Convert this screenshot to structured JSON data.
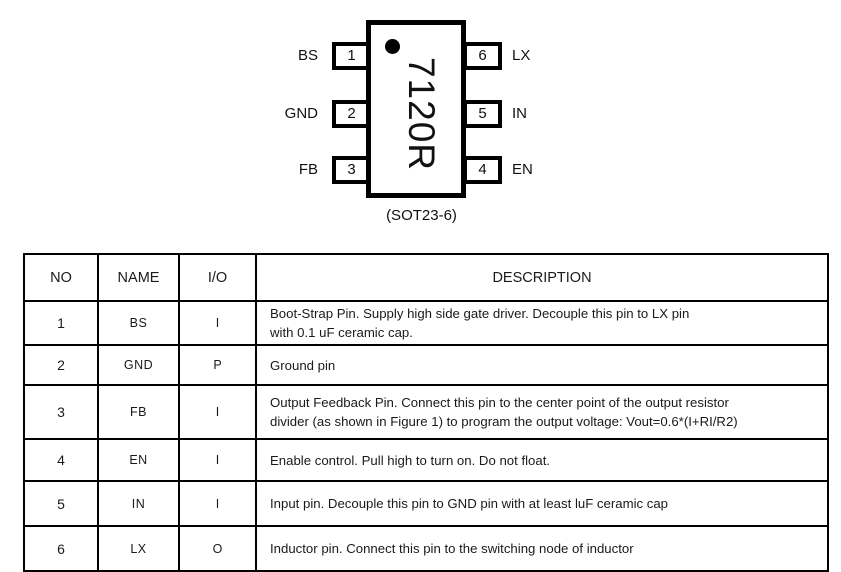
{
  "package": {
    "marking": "7120R",
    "package_name": "(SOT23-6)",
    "pins_left": [
      {
        "number": "1",
        "label": "BS"
      },
      {
        "number": "2",
        "label": "GND"
      },
      {
        "number": "3",
        "label": "FB"
      }
    ],
    "pins_right": [
      {
        "number": "6",
        "label": "LX"
      },
      {
        "number": "5",
        "label": "IN"
      },
      {
        "number": "4",
        "label": "EN"
      }
    ],
    "dot_marker": "pin1-dot-icon"
  },
  "table": {
    "headers": {
      "no": "NO",
      "name": "NAME",
      "io": "I/O",
      "description": "DESCRIPTION"
    },
    "rows": [
      {
        "no": "1",
        "name": "BS",
        "io": "I",
        "description_lines": [
          "Boot-Strap Pin. Supply high side gate driver. Decouple this pin to LX pin",
          "with 0.1 uF ceramic cap."
        ]
      },
      {
        "no": "2",
        "name": "GND",
        "io": "P",
        "description_lines": [
          "Ground pin"
        ]
      },
      {
        "no": "3",
        "name": "FB",
        "io": "I",
        "description_lines": [
          "Output Feedback Pin. Connect this pin to the center point of the output resistor",
          "divider (as shown in Figure 1) to program the output voltage: Vout=0.6*(I+RI/R2)"
        ]
      },
      {
        "no": "4",
        "name": "EN",
        "io": "I",
        "description_lines": [
          "Enable control. Pull high to turn on. Do not float."
        ]
      },
      {
        "no": "5",
        "name": "IN",
        "io": "I",
        "description_lines": [
          "Input pin. Decouple this pin to GND pin with at least luF ceramic cap"
        ]
      },
      {
        "no": "6",
        "name": "LX",
        "io": "O",
        "description_lines": [
          "Inductor pin. Connect this pin to the switching node of inductor"
        ]
      }
    ]
  },
  "colors": {
    "ink": "#000000",
    "text": "#1a1a1a",
    "background": "#ffffff"
  }
}
